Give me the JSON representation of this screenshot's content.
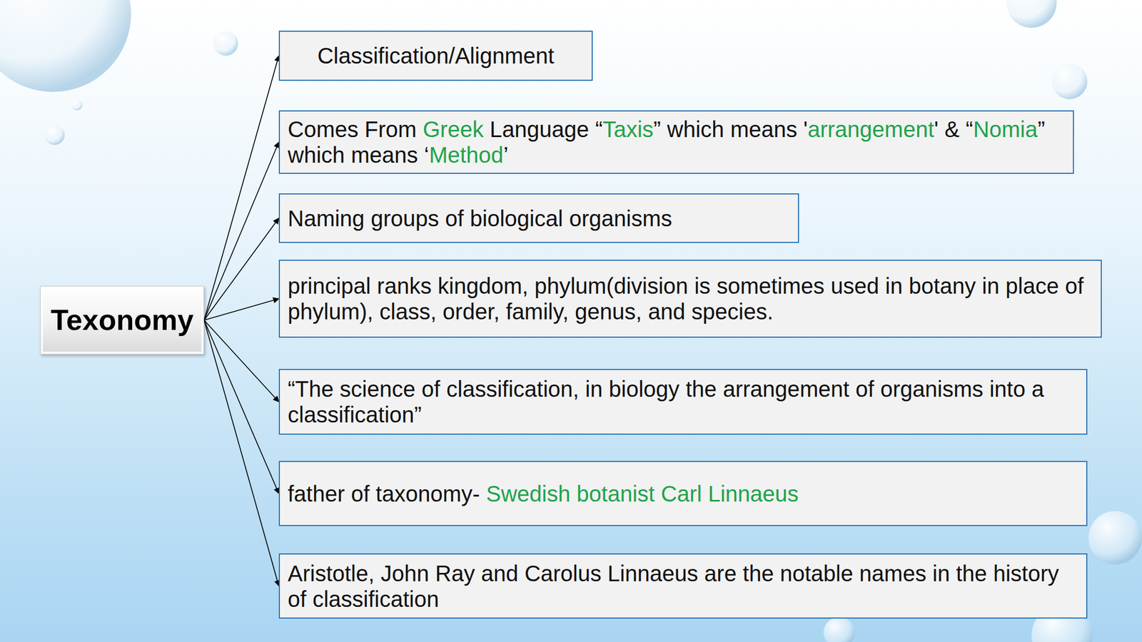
{
  "diagram": {
    "nodes": [
      {
        "text": [
          "Texonomy"
        ]
      },
      {
        "text": [
          "Classification/Alignment"
        ]
      },
      {
        "text": [
          "Comes From Greek Language “Taxis” which means 'arrangement' & “Nomia” which means ‘Method’"
        ]
      },
      {
        "text": [
          "Naming groups of biological organisms"
        ]
      },
      {
        "text": [
          "principal ranks kingdom, phylum(division is sometimes used in botany in place of phylum), class, order, family, genus, and species."
        ]
      },
      {
        "text": [
          "“The science of classification, in biology the arrangement of organisms into a classification”"
        ]
      },
      {
        "text": [
          "father of taxonomy- Swedish botanist Carl Linnaeus"
        ]
      },
      {
        "text": [
          "Aristotle, John Ray and Carolus Linnaeus are the notable names in the history of classification"
        ]
      }
    ],
    "edges": [
      {
        "from": 0,
        "to": 1,
        "arrow": "to"
      },
      {
        "from": 0,
        "to": 2,
        "arrow": "to"
      },
      {
        "from": 0,
        "to": 3,
        "arrow": "to"
      },
      {
        "from": 0,
        "to": 4,
        "arrow": "to"
      },
      {
        "from": 0,
        "to": 5,
        "arrow": "to"
      },
      {
        "from": 0,
        "to": 6,
        "arrow": "to"
      },
      {
        "from": 0,
        "to": 7,
        "arrow": "to"
      }
    ]
  }
}
